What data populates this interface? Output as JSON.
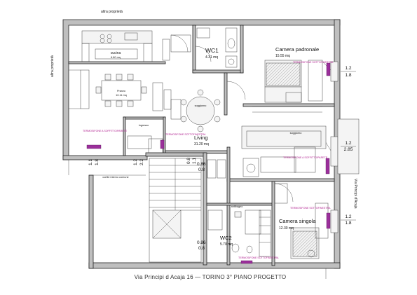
{
  "labels": {
    "altra_top": "altra proprietà",
    "altra_left": "altra proprietà",
    "via_right": "Via Principi d'Acaja",
    "cucina": "cucina",
    "cucina_area": "6.80 mq",
    "pranzo": "Pranzo",
    "pranzo_area": "10.11 mq",
    "soggiorno_1": "soggiorno",
    "soggiorno_2": "soggiorno",
    "ingresso": "ingresso",
    "antibagno": "antibagno",
    "cortile": "cortile interno comune",
    "wc1": "WC1",
    "wc1_area": "4.31 mq",
    "camera_pad": "Camera padronale",
    "camera_pad_area": "15.55 mq",
    "living": "Living",
    "living_area": "31.20 mq",
    "camera_sing": "Camera singola",
    "camera_sing_area": "12.30 mq",
    "wc2": "WC2",
    "wc2_area": "5.70 mq",
    "footer": "Via Principi d Acaja 16   —   TORINO 3° PIANO PROGETTO"
  },
  "magenta_notes": [
    "TERMOSIFONE A SOFFITTO/PARETE",
    "TERMOSIFONE SOTTOFINESTRA",
    "TERMOSIFONE SOTTOFINESTRA",
    "TERMOSIFONE A SOFFITTO/PARETE",
    "TERMOSIFONE SOTTOFINESTRA",
    "TERMOSIFONE SOTTOFINESTRA"
  ],
  "dims": {
    "d1": "1.2",
    "d2": "1.8",
    "d3": "1.2",
    "d4": "2.85",
    "d5": "1.2",
    "d6": "1.8",
    "d7": "1.1",
    "d8": "1.8",
    "d9": "1.2",
    "d10": "2.2",
    "d11": "0.8",
    "d12": "1.1",
    "d13": "0.86",
    "d14": "0.8",
    "d15": "0.86",
    "d16": "0.8"
  },
  "colors": {
    "wall": "#bfbfbf",
    "heater": "#9b2f9b",
    "ink": "#111111"
  }
}
